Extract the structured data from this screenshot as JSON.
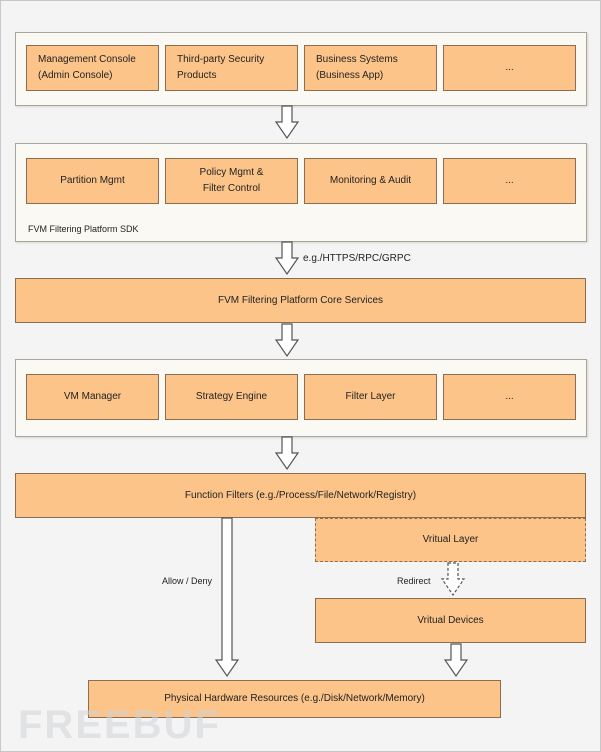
{
  "top_row": {
    "management_console": "Management Console\n(Admin Console)",
    "third_party": "Third-party Security\nProducts",
    "business_systems": "Business Systems\n(Business App)",
    "more": "..."
  },
  "sdk": {
    "label": "FVM Filtering Platform SDK",
    "partition": "Partition Mgmt",
    "policy": "Policy Mgmt    &\nFilter Control",
    "monitoring": "Monitoring & Audit",
    "more": "..."
  },
  "protocol_label": "e.g./HTTPS/RPC/GRPC",
  "core_services": "FVM Filtering Platform Core Services",
  "engine_row": {
    "vm_manager": "VM Manager",
    "strategy_engine": "Strategy Engine",
    "filter_layer": "Filter Layer",
    "more": "..."
  },
  "function_filters": "Function Filters (e.g./Process/File/Network/Registry)",
  "virtual_layer": "Vritual Layer",
  "redirect_label": "Redirect",
  "allow_deny_label": "Allow / Deny",
  "virtual_devices": "Vritual Devices",
  "physical_hardware": "Physical Hardware Resources (e.g./Disk/Network/Memory)",
  "watermark": "FREEBUF",
  "colors": {
    "box_fill": "#fdc48a",
    "box_border": "#8c6d50",
    "group_fill": "#fbf9f3"
  }
}
